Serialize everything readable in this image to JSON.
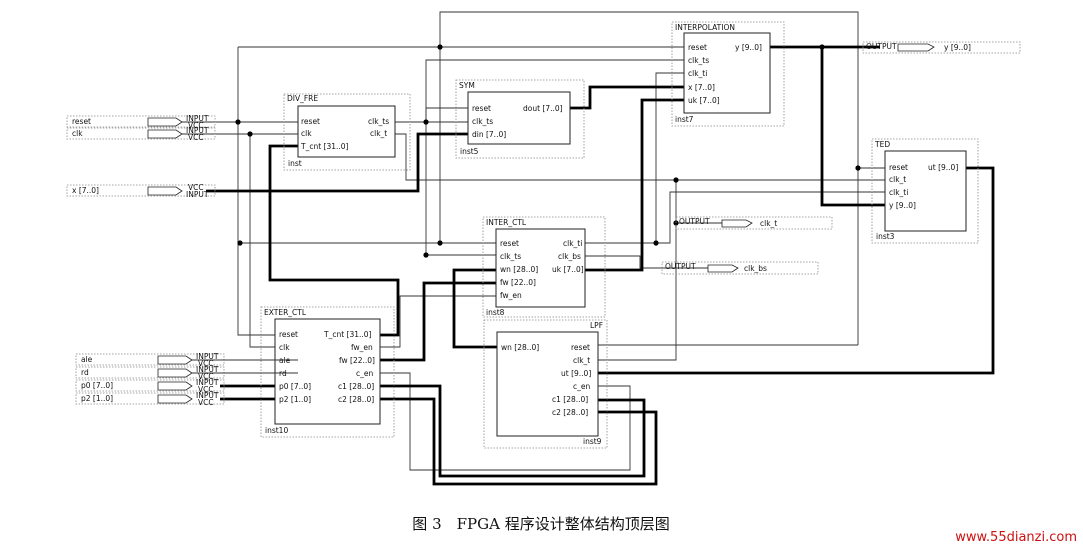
{
  "blocks": {
    "div_fre": {
      "title": "DIV_FRE",
      "inst": "inst",
      "left_ports": [
        "reset",
        "clk",
        "T_cnt [31..0]"
      ],
      "right_ports": [
        "clk_ts",
        "clk_t"
      ]
    },
    "sym": {
      "title": "SYM",
      "inst": "inst5",
      "left_ports": [
        "reset",
        "clk_ts",
        "din [7..0]"
      ],
      "right_ports": [
        "dout [7..0]"
      ]
    },
    "interpolation": {
      "title": "INTERPOLATION",
      "inst": "inst7",
      "left_ports": [
        "reset",
        "clk_ts",
        "clk_ti",
        "x [7..0]",
        "uk [7..0]"
      ],
      "right_ports": [
        "y [9..0]"
      ]
    },
    "ted": {
      "title": "TED",
      "inst": "inst3",
      "left_ports": [
        "reset",
        "clk_t",
        "clk_ti",
        "y [9..0]"
      ],
      "right_ports": [
        "ut [9..0]"
      ]
    },
    "inter_ctl": {
      "title": "INTER_CTL",
      "inst": "inst8",
      "left_ports": [
        "reset",
        "clk_ts",
        "wn [28..0]",
        "fw [22..0]",
        "fw_en"
      ],
      "right_ports": [
        "clk_ti",
        "clk_bs",
        "uk [7..0]"
      ]
    },
    "exter_ctl": {
      "title": "EXTER_CTL",
      "inst": "inst10",
      "left_ports": [
        "reset",
        "clk",
        "ale",
        "rd",
        "p0 [7..0]",
        "p2 [1..0]"
      ],
      "right_ports": [
        "T_cnt [31..0]",
        "fw_en",
        "fw [22..0]",
        "c_en",
        "c1 [28..0]",
        "c2 [28..0]"
      ]
    },
    "lpf": {
      "title": "LPF",
      "inst": "inst9",
      "left_ports": [
        "wn [28..0]"
      ],
      "right_ports": [
        "reset",
        "clk_t",
        "ut [9..0]",
        "c_en",
        "c1 [28..0]",
        "c2 [28..0]"
      ]
    }
  },
  "input_pins": [
    {
      "name": "reset",
      "tag": "INPUT",
      "sub": "VCC"
    },
    {
      "name": "clk",
      "tag": "INPUT",
      "sub": "VCC"
    },
    {
      "name": "x [7..0]",
      "tag": "VCC",
      "sub": "INPUT"
    },
    {
      "name": "ale",
      "tag": "INPUT",
      "sub": "VCC"
    },
    {
      "name": "rd",
      "tag": "INPUT",
      "sub": "VCC"
    },
    {
      "name": "p0 [7..0]",
      "tag": "INPUT",
      "sub": "VCC"
    },
    {
      "name": "p2 [1..0]",
      "tag": "INPUT",
      "sub": "VCC"
    }
  ],
  "output_pins": [
    {
      "name": "y [9..0]",
      "tag": "OUTPUT"
    },
    {
      "name": "clk_t",
      "tag": "OUTPUT"
    },
    {
      "name": "clk_bs",
      "tag": "OUTPUT"
    }
  ],
  "caption": "图 3　FPGA 程序设计整体结构顶层图",
  "watermark": "www.55dianzi.com"
}
